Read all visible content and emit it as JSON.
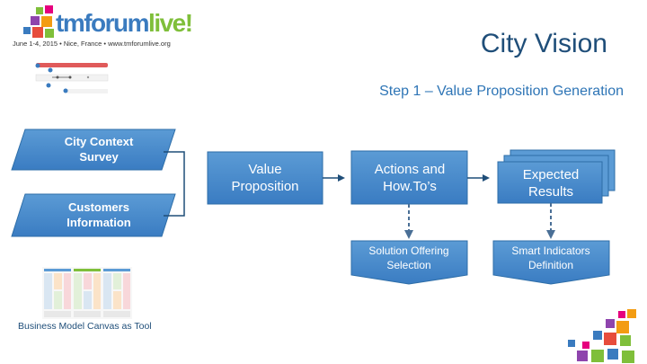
{
  "logo": {
    "brand_main": "tmforum",
    "brand_accent": "live!",
    "tagline": "June 1-4, 2015 • Nice, France • www.tmforumlive.org"
  },
  "header": {
    "title": "City Vision",
    "subtitle": "Step 1 – Value Proposition Generation"
  },
  "inputs": [
    {
      "label": "City Context Survey"
    },
    {
      "label": "Customers Information"
    }
  ],
  "process": {
    "value_proposition": "Value Proposition",
    "actions": "Actions and How.To’s",
    "results": "Expected Results"
  },
  "outputs": {
    "solution": "Solution Offering Selection",
    "indicators": "Smart Indicators Definition"
  },
  "tool": {
    "caption": "Business Model Canvas as Tool"
  },
  "colors": {
    "box_fill": "#4a8fd1",
    "box_dark": "#2e6ea8",
    "connector": "#1f4e79",
    "title": "#1f4e79",
    "subtitle": "#2e75b6",
    "logo_blue": "#3a7bbf",
    "logo_green": "#7fbf3a"
  }
}
